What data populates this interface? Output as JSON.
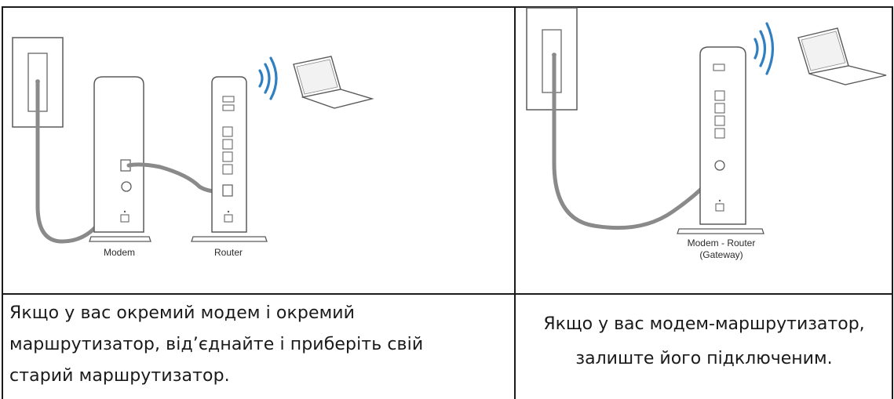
{
  "left_panel": {
    "modem_label": "Modem",
    "router_label": "Router",
    "caption_lines": [
      "Якщо у вас окремий модем і окремий",
      "маршрутизатор, від’єднайте і приберіть свій",
      "старий маршрутизатор."
    ]
  },
  "right_panel": {
    "gateway_label_line1": "Modem - Router",
    "gateway_label_line2": "(Gateway)",
    "caption_lines": [
      "Якщо у вас модем-маршрутизатор,",
      "залиште його підключеним."
    ]
  },
  "colors": {
    "wifi": "#2f7fc1",
    "cable": "#8a8a8a",
    "outline": "#5a5a5a"
  }
}
